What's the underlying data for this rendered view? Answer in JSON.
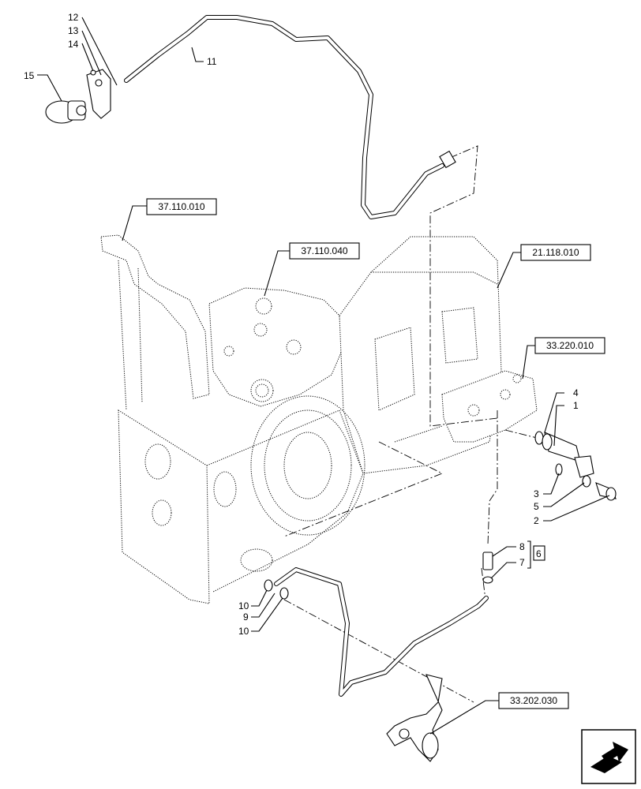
{
  "references": {
    "ref1": "37.110.010",
    "ref2": "37.110.040",
    "ref3": "21.118.010",
    "ref4": "33.220.010",
    "ref5": "33.202.030"
  },
  "callouts": {
    "c1": "1",
    "c2": "2",
    "c3": "3",
    "c4": "4",
    "c5": "5",
    "c6": "6",
    "c7": "7",
    "c8": "8",
    "c9": "9",
    "c10a": "10",
    "c10b": "10",
    "c11": "11",
    "c12": "12",
    "c13": "13",
    "c14": "14",
    "c15": "15"
  },
  "icons": {
    "corner": "nav-arrow-icon"
  }
}
